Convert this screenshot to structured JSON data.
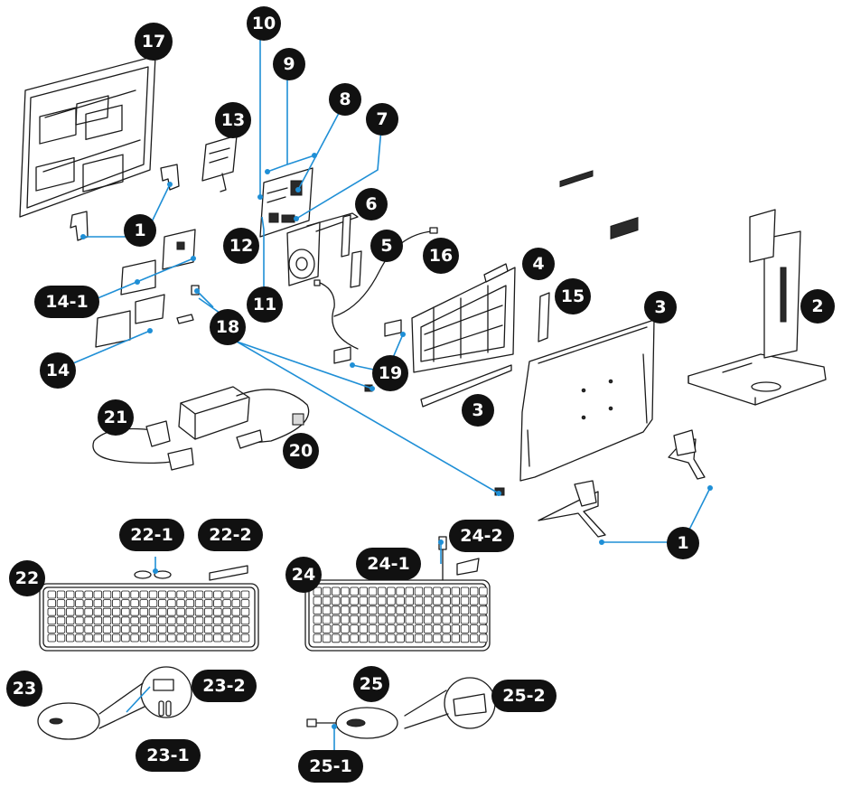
{
  "colors": {
    "leader": "#1f8fd6",
    "callout": "#111111",
    "callout_text": "#ffffff"
  },
  "callouts": {
    "c17": "17",
    "c10": "10",
    "c9": "9",
    "c8": "8",
    "c7": "7",
    "c13": "13",
    "c1a": "1",
    "c6": "6",
    "c12": "12",
    "c5": "5",
    "c16": "16",
    "c4": "4",
    "c14_1": "14-1",
    "c11": "11",
    "c15": "15",
    "c3a": "3",
    "c2": "2",
    "c18": "18",
    "c14": "14",
    "c19": "19",
    "c3b": "3",
    "c21": "21",
    "c20": "20",
    "c1b": "1",
    "c22_1": "22-1",
    "c22_2": "22-2",
    "c24_2": "24-2",
    "c24_1": "24-1",
    "c22": "22",
    "c24": "24",
    "c25": "25",
    "c23": "23",
    "c23_2": "23-2",
    "c25_2": "25-2",
    "c23_1": "23-1",
    "c25_1": "25-1"
  }
}
